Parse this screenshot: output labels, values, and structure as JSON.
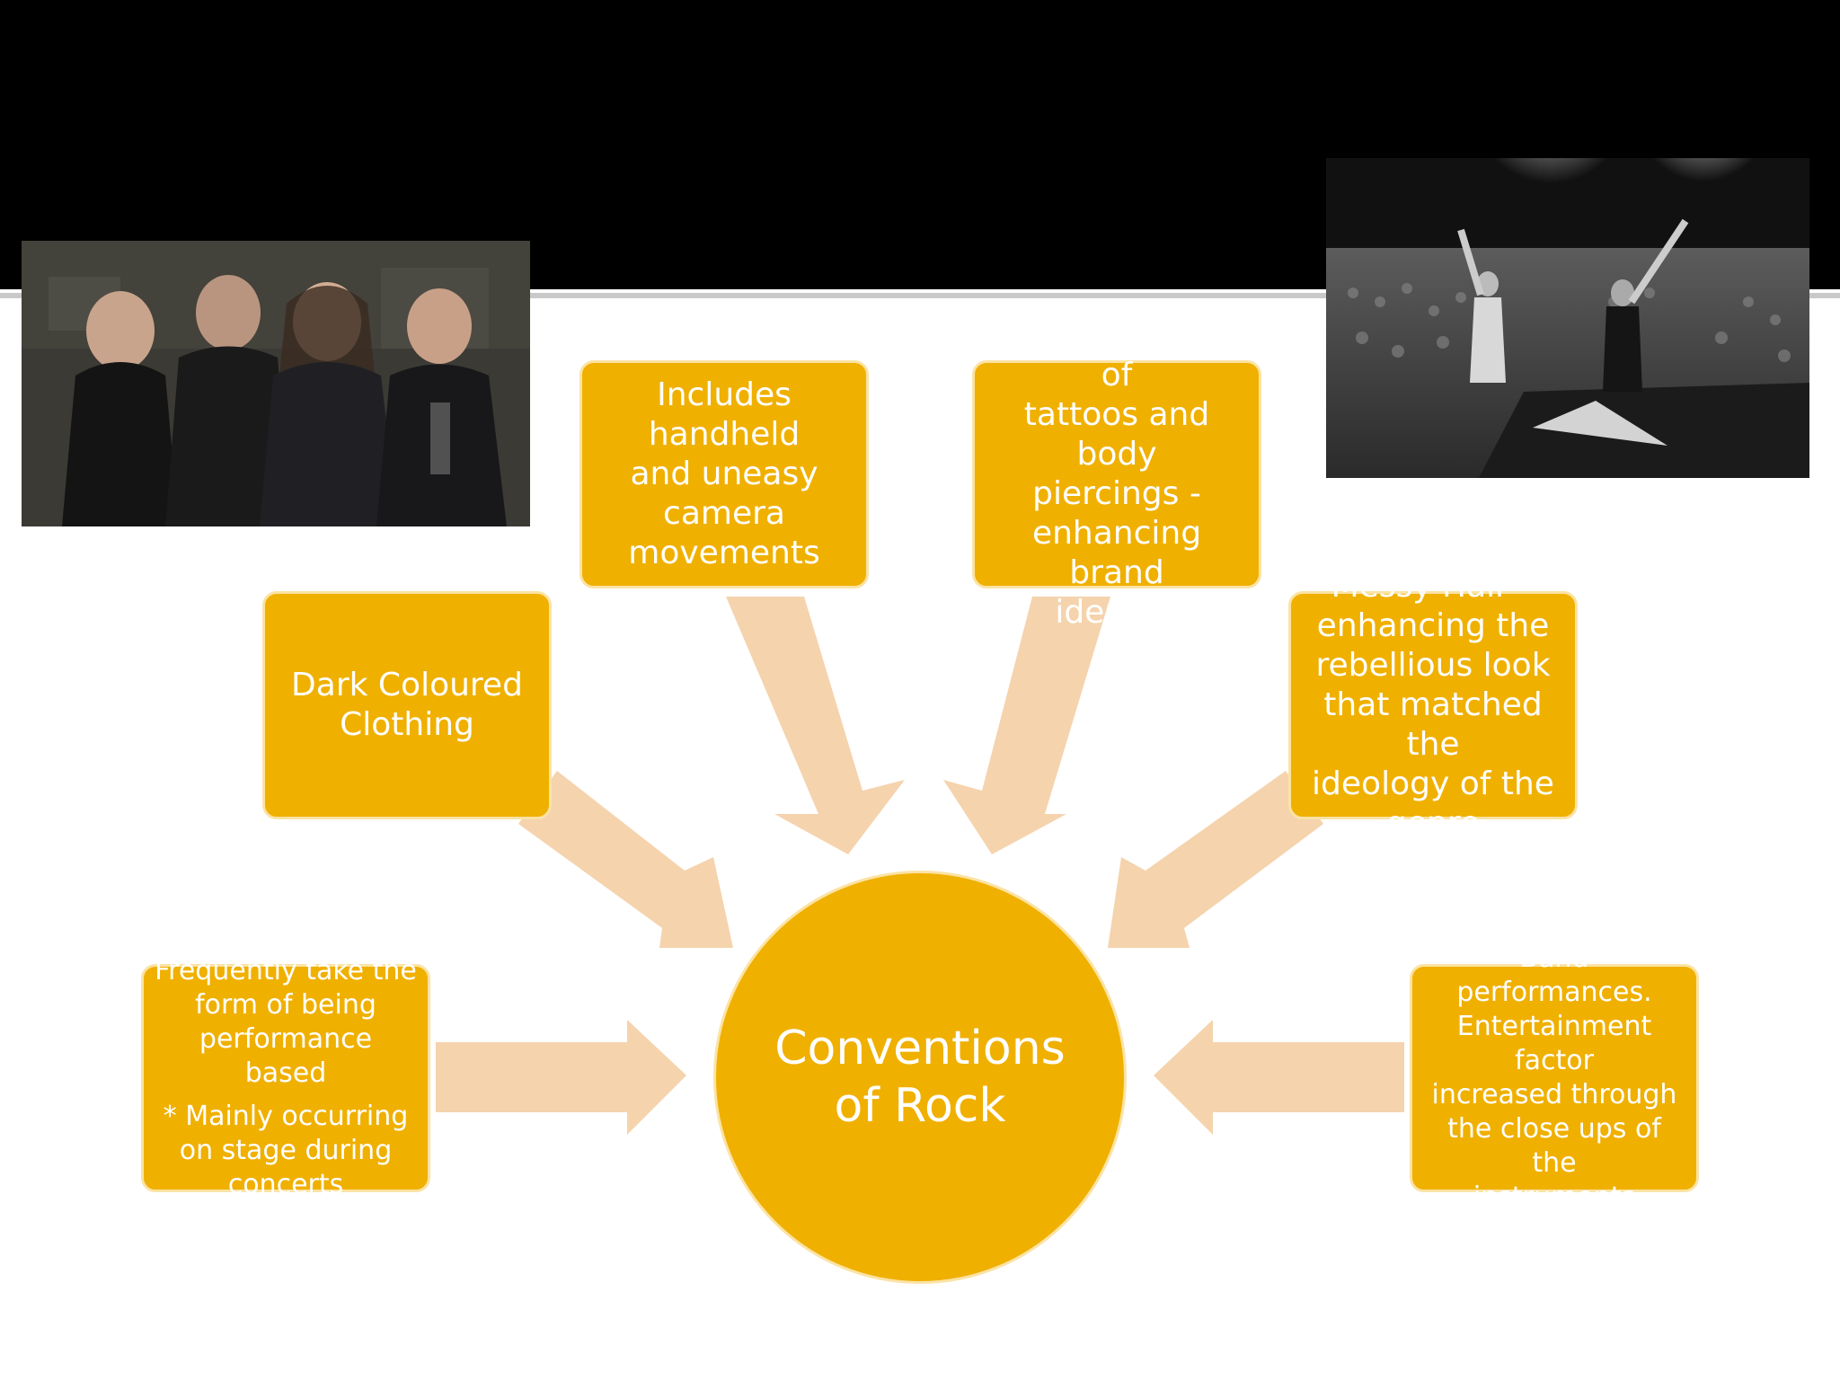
{
  "diagram": {
    "center": "Conventions\nof Rock",
    "boxes": {
      "camera": "Includes handheld\nand uneasy\ncamera\nmovements",
      "tattoos": "Huge amounts of\ntattoos and body\npiercings  -\nenhancing  brand\nidentity",
      "clothing": "Dark Coloured\nClothing",
      "hair": "Messy Hair –\nenhancing the\nrebellious look\nthat matched the\nideology of the\ngenre",
      "performance_line1": "Frequently take the\nform of being\nperformance based",
      "performance_line2": "* Mainly occurring\non stage during\nconcerts",
      "band": "Band performances.\nEntertainment factor\nincreased through\nthe close ups of the\ninstruments"
    }
  },
  "colors": {
    "box_fill": "#f0b000",
    "box_border": "#fbe3a4",
    "arrow_fill": "#f5d3ad",
    "header": "#000000",
    "background": "#ffffff"
  },
  "images": {
    "band_photo": "band-group-photo",
    "concert_photo": "concert-crowd-photo"
  }
}
